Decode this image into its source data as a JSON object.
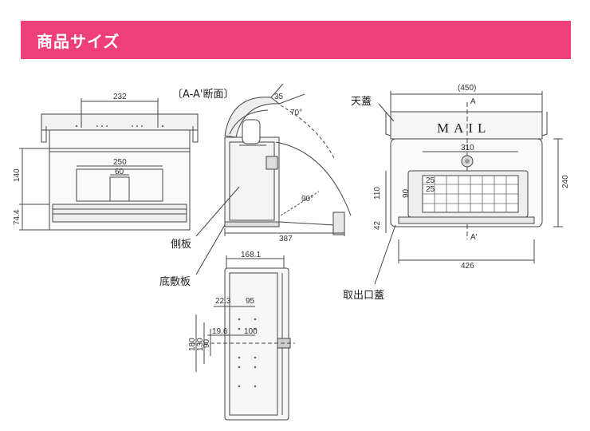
{
  "header": {
    "title": "商品サイズ"
  },
  "section_label": "〔A-A'断面〕",
  "labels": {
    "top_lid": "天蓋",
    "side_plate": "側板",
    "bottom_plate": "底敷板",
    "outlet_lid": "取出口蓋",
    "mail": "MAIL",
    "a_top": "A",
    "a_bottom": "A'"
  },
  "dimensions": {
    "front_width_232": "232",
    "front_250": "250",
    "front_60": "60",
    "front_140": "140",
    "front_74_4": "74.4",
    "sec_35": "35",
    "sec_70": "70°",
    "sec_90": "90°",
    "sec_387": "387",
    "top_450": "(450)",
    "top_310": "310",
    "top_240": "240",
    "top_110": "110",
    "top_90": "90",
    "top_25a": "25",
    "top_25b": "25",
    "top_42": "42",
    "top_426": "426",
    "bot_168_1": "168.1",
    "bot_22_3": "22.3",
    "bot_95": "95",
    "bot_19_6": "19.6",
    "bot_100": "100",
    "bot_180": "180",
    "bot_130": "130",
    "bot_90": "90"
  },
  "colors": {
    "header_bg": "#ee3f7a",
    "header_text": "#ffffff",
    "line": "#444444"
  }
}
